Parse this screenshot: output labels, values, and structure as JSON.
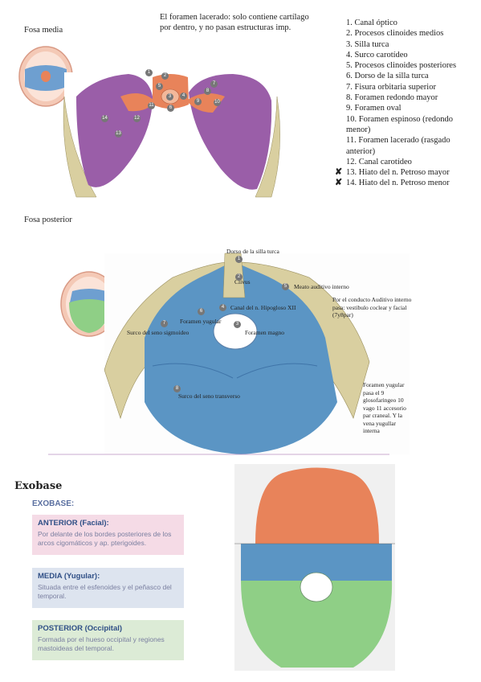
{
  "top_note": "El foramen lacerado: solo contiene cartílago por dentro, y no pasan estructuras imp.",
  "labels": {
    "fosa_media": "Fosa media",
    "fosa_posterior": "Fosa posterior"
  },
  "list": [
    {
      "text": "1. Canal óptico",
      "mark": ""
    },
    {
      "text": "2. Procesos clinoides medios",
      "mark": ""
    },
    {
      "text": "3. Silla turca",
      "mark": ""
    },
    {
      "text": "4. Surco carotídeo",
      "mark": ""
    },
    {
      "text": "5. Procesos clinoides posteriores",
      "mark": ""
    },
    {
      "text": "6. Dorso de la silla turca",
      "mark": ""
    },
    {
      "text": "7. Fisura orbitaria superior",
      "mark": ""
    },
    {
      "text": "8. Foramen redondo mayor",
      "mark": ""
    },
    {
      "text": "9. Foramen oval",
      "mark": ""
    },
    {
      "text": "10. Foramen espinoso (redondo menor)",
      "mark": ""
    },
    {
      "text": "11. Foramen lacerado (rasgado anterior)",
      "mark": ""
    },
    {
      "text": "12. Canal carotídeo",
      "mark": ""
    },
    {
      "text": "13. Hiato del n. Petroso mayor",
      "mark": "✘"
    },
    {
      "text": "14. Hiato del n. Petroso menor",
      "mark": "✘"
    }
  ],
  "fig_media_numbers": [
    "1",
    "2",
    "3",
    "4",
    "5",
    "6",
    "7",
    "8",
    "9",
    "10",
    "11",
    "12",
    "13",
    "14"
  ],
  "fig_posterior": {
    "dorso": "Dorso de la silla turca",
    "clivus": "Clivus",
    "meato": "Meato auditivo interno",
    "canal": "Canal del n. Hipogloso XII",
    "yugular": "Foramen yugular",
    "surco_sigmoideo": "Surco del seno sigmoideo",
    "magno": "Foramen magno",
    "surco_transverso": "Surco del seno transverso",
    "nums": [
      "1",
      "2",
      "3",
      "4",
      "5",
      "6",
      "7",
      "8"
    ]
  },
  "note_conducto": "Por el conducto Auditivo interno pasa: vestibulo coclear y facial (7y8par)",
  "note_foramen": "Foramen yugular pasa el 9 glosofaringeo 10 vago 11 accesorio par craneal. Y la vena yugullar interna",
  "exobase": {
    "heading": "Exobase",
    "sub": "EXOBASE:",
    "anterior_title": "ANTERIOR (Facial):",
    "anterior_desc": "Por delante de los bordes posteriores de los arcos cigomáticos y ap. pterigoides.",
    "media_title": "MEDIA (Yugular):",
    "media_desc": "Situada entre el esfenoides y el peñasco del temporal.",
    "posterior_title": "POSTERIOR (Occipital)",
    "posterior_desc": "Formada por el hueso occipital y regiones mastoideas del temporal."
  },
  "colors": {
    "purple": "#9a5ea8",
    "orange": "#e8835a",
    "blue": "#5b95c4",
    "green": "#8fcf86",
    "bone": "#d9cfa0",
    "skin": "#f4c9b6"
  }
}
